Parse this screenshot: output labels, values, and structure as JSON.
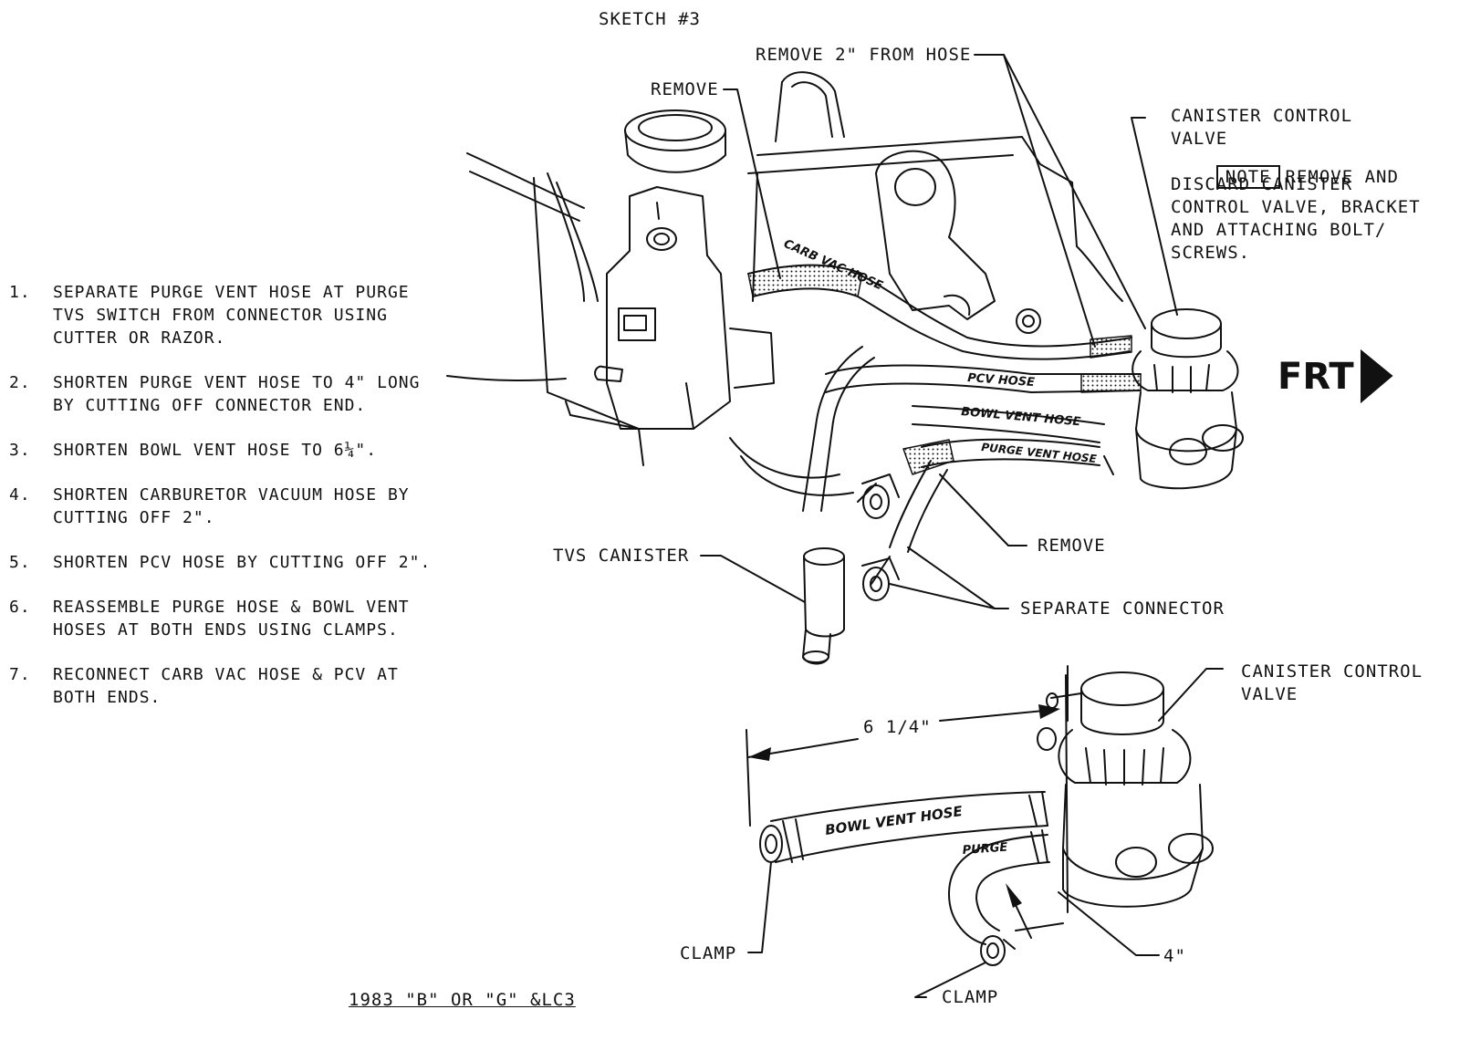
{
  "sketch_title": "SKETCH #3",
  "labels": {
    "remove_2in": "REMOVE 2\" FROM HOSE",
    "remove_top": "REMOVE",
    "canister_valve_top": "CANISTER CONTROL\nVALVE",
    "note_tag": "NOTE",
    "note_text_first": "REMOVE AND",
    "note_text_rest": "DISCARD CANISTER\nCONTROL VALVE, BRACKET\nAND ATTACHING BOLT/\nSCREWS.",
    "tvs_canister": "TVS CANISTER",
    "remove_mid": "REMOVE",
    "separate_connector": "SEPARATE CONNECTOR",
    "canister_valve_bottom": "CANISTER CONTROL\nVALVE",
    "dimension": "6 1/4\"",
    "clamp_left": "CLAMP",
    "clamp_bottom": "CLAMP",
    "four_inch": "4\""
  },
  "hose_labels": {
    "carb_vac": "CARB VAC HOSE",
    "pcv": "PCV HOSE",
    "bowl_vent_top": "BOWL VENT HOSE",
    "purge_vent": "PURGE VENT HOSE",
    "bowl_vent_bottom": "BOWL VENT HOSE",
    "purge": "PURGE"
  },
  "frt_label": "FRT",
  "steps": [
    {
      "num": "1.",
      "text": "SEPARATE PURGE VENT HOSE AT PURGE TVS SWITCH FROM CONNECTOR USING CUTTER OR RAZOR."
    },
    {
      "num": "2.",
      "text": "SHORTEN PURGE VENT HOSE TO 4\" LONG BY CUTTING OFF CONNECTOR END."
    },
    {
      "num": "3.",
      "text": "SHORTEN BOWL VENT HOSE TO 6¼\"."
    },
    {
      "num": "4.",
      "text": "SHORTEN CARBURETOR VACUUM HOSE BY CUTTING OFF 2\"."
    },
    {
      "num": "5.",
      "text": "SHORTEN PCV HOSE BY CUTTING OFF 2\"."
    },
    {
      "num": "6.",
      "text": "REASSEMBLE PURGE HOSE & BOWL VENT HOSES AT BOTH ENDS USING CLAMPS."
    },
    {
      "num": "7.",
      "text": "RECONNECT CARB VAC HOSE & PCV AT BOTH ENDS."
    }
  ],
  "footer": "1983 \"B\" OR \"G\" &LC3"
}
